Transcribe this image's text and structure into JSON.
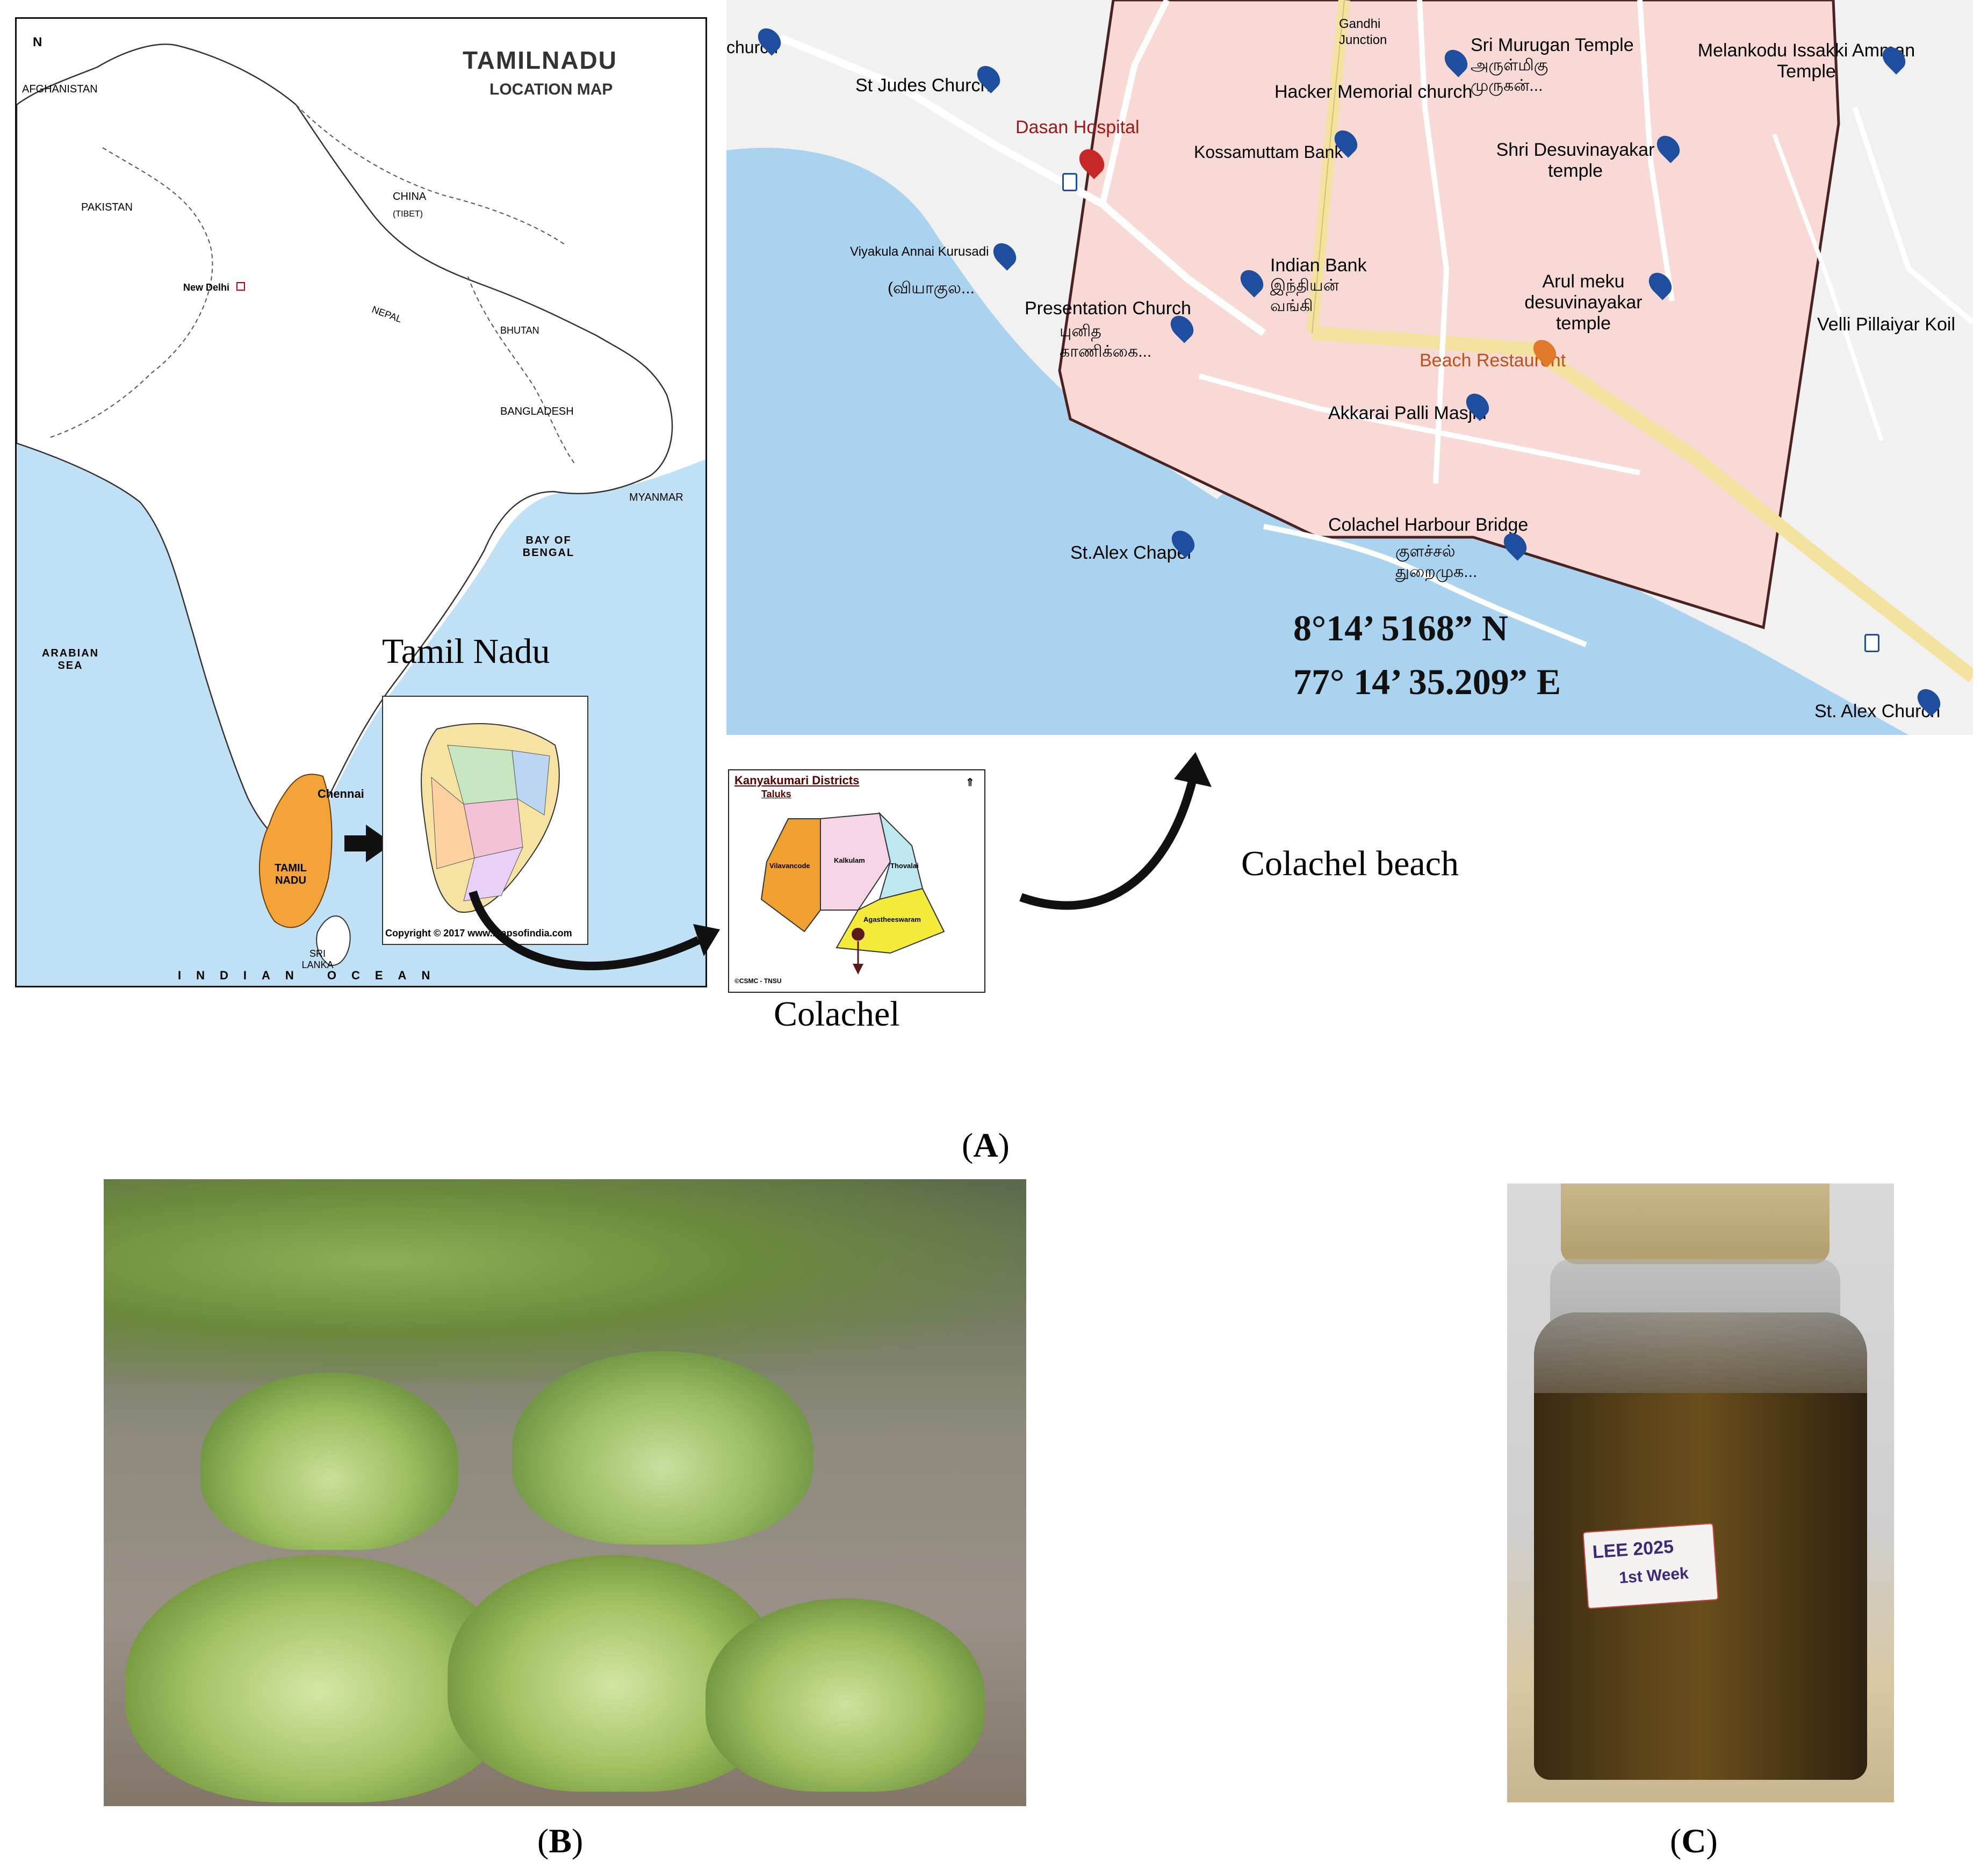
{
  "panel_a": {
    "label_letter": "A",
    "india_map": {
      "title": "TAMILNADU",
      "subtitle": "LOCATION MAP",
      "north": "N",
      "countries": [
        "AFGHANISTAN",
        "PAKISTAN",
        "CHINA",
        "(TIBET)",
        "NEPAL",
        "BHUTAN",
        "BANGLADESH",
        "MYANMAR",
        "SRI LANKA"
      ],
      "capital": "New Delhi",
      "seas": [
        "ARABIAN SEA",
        "BAY OF BENGAL",
        "INDIAN OCEAN"
      ],
      "state_label": "TAMIL NADU",
      "city": "Chennai",
      "inset_title": "Tamil Nadu",
      "inset_copyright": "Copyright © 2017 www.mapsofindia.com"
    },
    "district_map": {
      "title": "Kanyakumari Districts",
      "subtitle": "Taluks",
      "taluks": [
        "Vilavancode",
        "Kalkulam",
        "Thovalai",
        "Agastheeswaram"
      ],
      "credit": "©CSMC - TNSU",
      "caption": "Colachel",
      "colors": {
        "vilavancode": "#f0a030",
        "kalkulam": "#f6d6e6",
        "thovalai": "#bfe7f2",
        "agastheeswaram": "#f3ea3a"
      }
    },
    "street_map": {
      "pois": [
        "Gandhi Junction",
        "Sri Murugan Temple",
        "Melankodu Issakki Amman Temple",
        "St Judes Church",
        "Hacker Memorial church",
        "Dasan Hospital",
        "Kossamuttam Bank",
        "Shri Desuvinayakar temple",
        "Viyakula Annai Kurusadi",
        "(வியாகுல...",
        "Indian Bank",
        "இந்தியன் வங்கி",
        "Presentation Church",
        "புனித காணிக்கை...",
        "Arul meku desuvinayakar temple",
        "Velli Pillaiyar Koil",
        "Beach Restaurent",
        "Akkarai Palli Masjid",
        "St.Alex Chapel",
        "Colachel Harbour Bridge",
        "குளச்சல் துறைமுக...",
        "St. Alex Church",
        "அருள்மிகு முருகன்...",
        "church"
      ],
      "coord_lat": "8°14’ 5168” N",
      "coord_lon": "77° 14’ 35.209” E",
      "caption": "Colachel beach",
      "colors": {
        "sea": "#aad3f0",
        "land": "#f1f1f1",
        "zone": "#f8d9d6",
        "road": "#f4e3a0",
        "pin": "#1f4e9e",
        "hospital": "#c62828"
      }
    }
  },
  "panel_b": {
    "label_letter": "B"
  },
  "panel_c": {
    "label_letter": "C",
    "jar_label_line1": "LEE 2025",
    "jar_label_line2": "1st Week"
  }
}
